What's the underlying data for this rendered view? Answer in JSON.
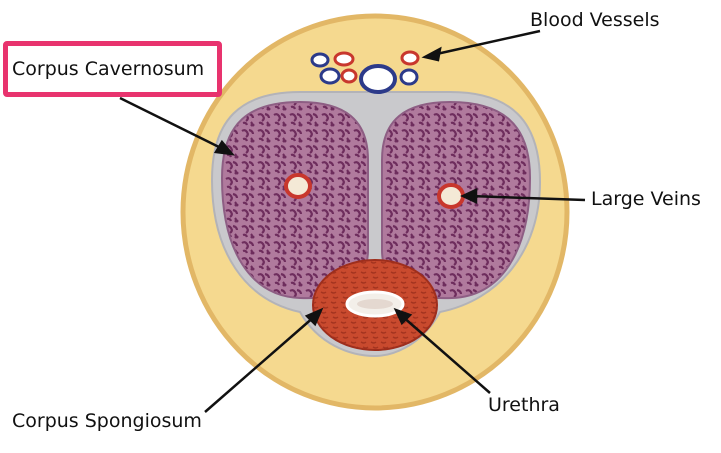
{
  "labels": {
    "blood_vessels": "Blood Vessels",
    "corpus_cavernosum": "Corpus Cavernosum",
    "large_veins": "Large Veins",
    "urethra": "Urethra",
    "corpus_spongiosum": "Corpus Spongiosum"
  },
  "colors": {
    "highlight": "#e8336e",
    "outer_tissue": "#f5d98f",
    "tunica": "#c9c9cc",
    "cavernosum": "#8a4a78",
    "spongiosum": "#c94a2e",
    "vessel_red": "#c8372d",
    "vessel_blue": "#2c3a8a"
  }
}
